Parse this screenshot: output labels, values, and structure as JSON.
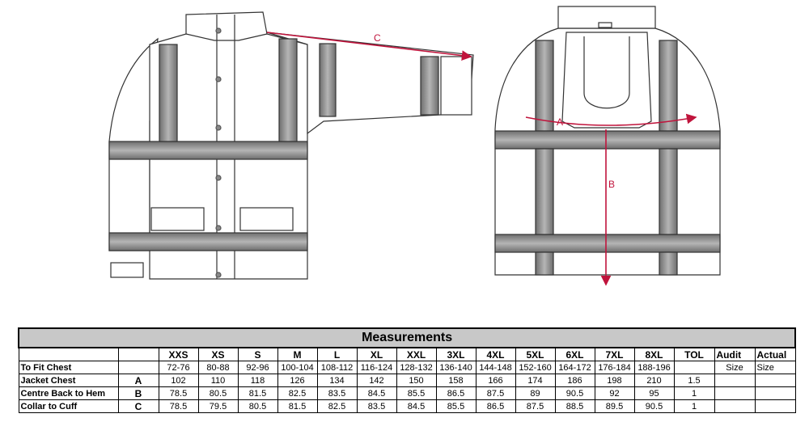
{
  "diagram_labels": {
    "a": "A",
    "b": "B",
    "c": "C"
  },
  "table": {
    "title": "Measurements",
    "header": [
      "",
      "",
      "XXS",
      "XS",
      "S",
      "M",
      "L",
      "XL",
      "XXL",
      "3XL",
      "4XL",
      "5XL",
      "6XL",
      "7XL",
      "8XL",
      "TOL",
      "Audit",
      "Actual"
    ],
    "rows": [
      {
        "label": "To Fit Chest",
        "code": "",
        "values": [
          "72-76",
          "80-88",
          "92-96",
          "100-104",
          "108-112",
          "116-124",
          "128-132",
          "136-140",
          "144-148",
          "152-160",
          "164-172",
          "176-184",
          "188-196"
        ],
        "tol": "",
        "audit": "Size",
        "actual": "Size"
      },
      {
        "label": "Jacket Chest",
        "code": "A",
        "values": [
          "102",
          "110",
          "118",
          "126",
          "134",
          "142",
          "150",
          "158",
          "166",
          "174",
          "186",
          "198",
          "210"
        ],
        "tol": "1.5",
        "audit": "",
        "actual": ""
      },
      {
        "label": "Centre Back to Hem",
        "code": "B",
        "values": [
          "78.5",
          "80.5",
          "81.5",
          "82.5",
          "83.5",
          "84.5",
          "85.5",
          "86.5",
          "87.5",
          "89",
          "90.5",
          "92",
          "95"
        ],
        "tol": "1",
        "audit": "",
        "actual": ""
      },
      {
        "label": "Collar to Cuff",
        "code": "C",
        "values": [
          "78.5",
          "79.5",
          "80.5",
          "81.5",
          "82.5",
          "83.5",
          "84.5",
          "85.5",
          "86.5",
          "87.5",
          "88.5",
          "89.5",
          "90.5"
        ],
        "tol": "1",
        "audit": "",
        "actual": ""
      }
    ]
  },
  "colors": {
    "reflective_tape": "#8c8c8c",
    "measure_line": "#c0143c",
    "title_bg": "#c8c8c8"
  }
}
